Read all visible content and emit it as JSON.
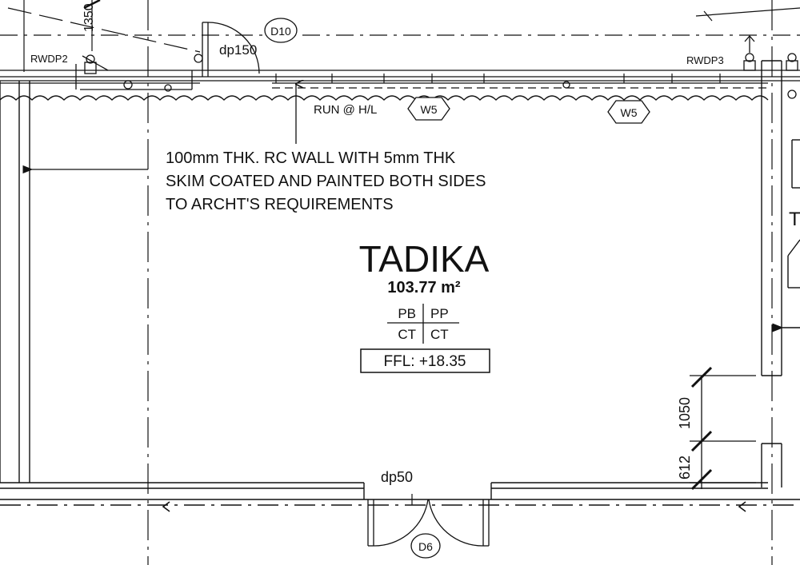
{
  "room": {
    "name": "TADIKA",
    "area": "103.77 m²",
    "finish_top_left": "PB",
    "finish_top_right": "PP",
    "finish_bottom_left": "CT",
    "finish_bottom_right": "CT",
    "ffl": "FFL: +18.35"
  },
  "note": {
    "line1": "100mm THK. RC WALL WITH 5mm THK",
    "line2": "SKIM COATED AND PAINTED BOTH SIDES",
    "line3": "TO ARCHT'S REQUIREMENTS"
  },
  "labels": {
    "rwdp_left": "RWDP2",
    "rwdp_right": "RWDP3",
    "pipe_top": "dp150",
    "pipe_bottom": "dp50",
    "door_top": "D10",
    "door_bottom": "D6",
    "window_left": "W5",
    "window_right": "W5",
    "run_note": "RUN @ H/L",
    "dim_top": "1350",
    "dim_1050": "1050",
    "dim_612": "612",
    "edge_letter": "T"
  },
  "colors": {
    "line": "#111111",
    "background": "#ffffff"
  }
}
